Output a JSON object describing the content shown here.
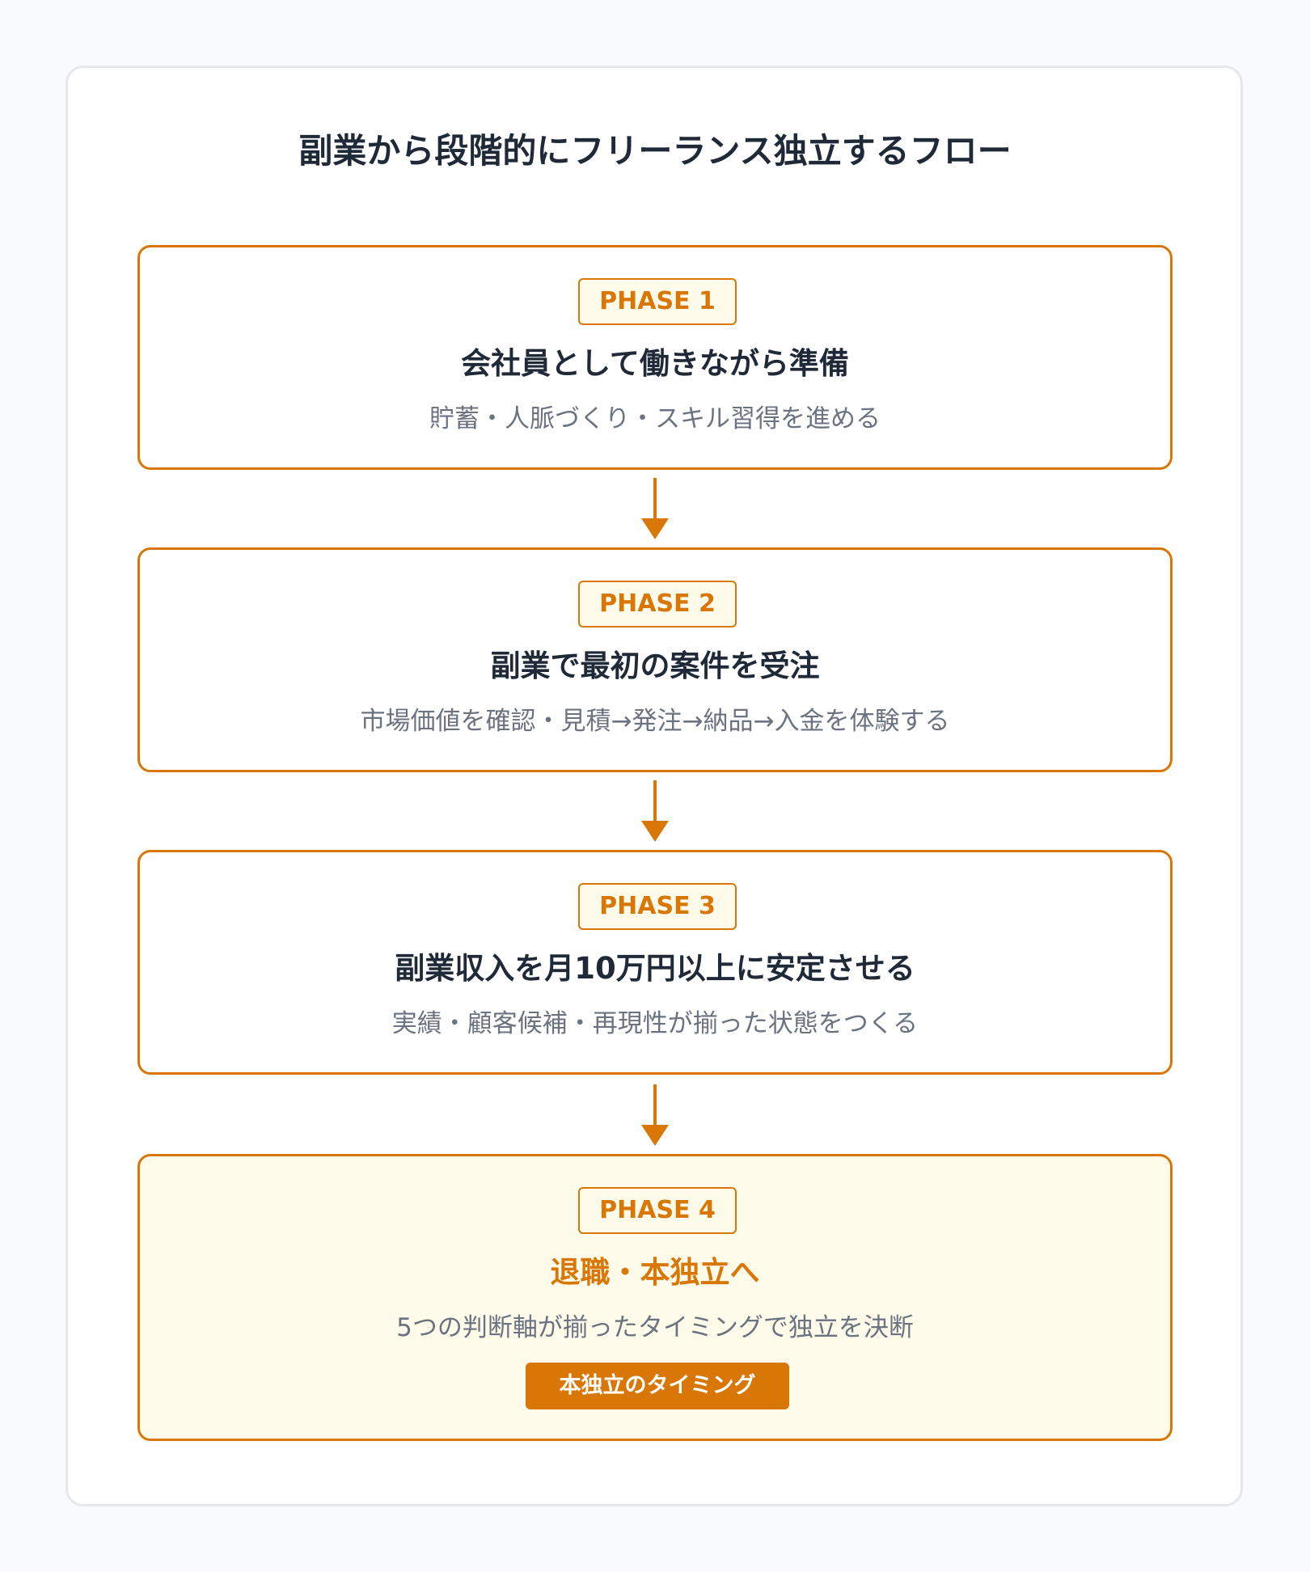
{
  "title": "副業から段階的にフリーランス独立するフロー",
  "phases": [
    {
      "badge": "PHASE 1",
      "heading": "会社員として働きながら準備",
      "description": "貯蓄・人脈づくり・スキル習得を進める"
    },
    {
      "badge": "PHASE 2",
      "heading": "副業で最初の案件を受注",
      "description": "市場価値を確認・見積→発注→納品→入金を体験する"
    },
    {
      "badge": "PHASE 3",
      "heading": "副業収入を月10万円以上に安定させる",
      "description": "実績・顧客候補・再現性が揃った状態をつくる"
    },
    {
      "badge": "PHASE 4",
      "heading": "退職・本独立へ",
      "description": "5つの判断軸が揃ったタイミングで独立を決断",
      "tag": "本独立のタイミング"
    }
  ],
  "colors": {
    "accent": "#d97706",
    "highlight_background": "#fffbea",
    "heading_text": "#1f2937",
    "muted_text": "#6b7280"
  }
}
